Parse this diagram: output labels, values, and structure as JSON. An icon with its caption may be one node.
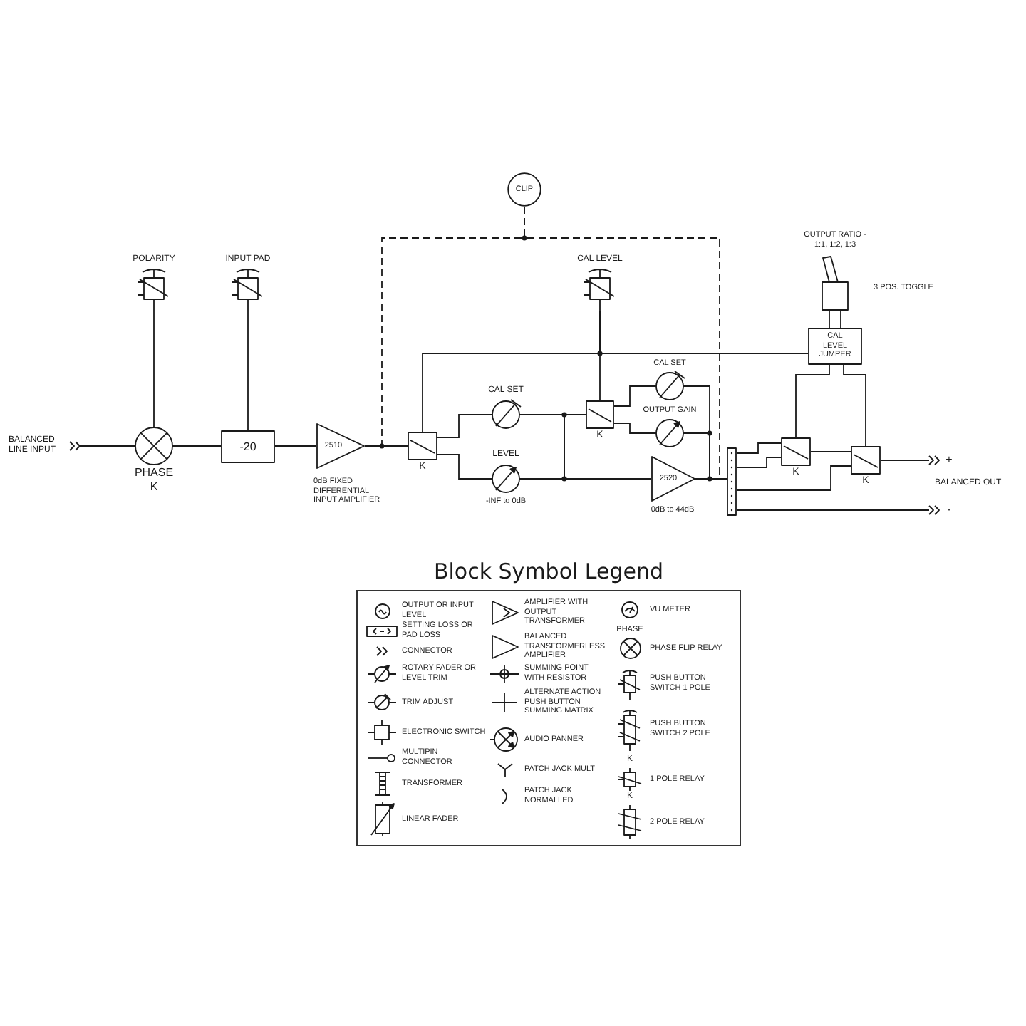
{
  "diagram": {
    "nodes": [
      {
        "text": [
          "CLIP"
        ]
      },
      {
        "text": [
          "OUTPUT RATIO - 1:1, 1:2, 1:3"
        ],
        "beside": [
          "3 POS. TOGGLE"
        ]
      },
      {
        "text": [
          "POLARITY"
        ]
      },
      {
        "text": [
          "INPUT PAD"
        ]
      },
      {
        "text": [
          "CAL LEVEL"
        ]
      },
      {
        "text": [
          "CAL LEVEL JUMPER"
        ]
      },
      {
        "text": [
          "BALANCED LINE INPUT"
        ]
      },
      {
        "text": [
          "PHASE K"
        ]
      },
      {
        "text": [
          "-20"
        ]
      },
      {
        "text": [
          "2510"
        ],
        "beside": [
          "0dB FIXED DIFFERENTIAL INPUT AMPLIFIER"
        ]
      },
      {
        "text": [
          "K"
        ]
      },
      {
        "text": [
          "CAL SET"
        ]
      },
      {
        "text": [
          "LEVEL"
        ],
        "beside": [
          "-INF to 0dB"
        ]
      },
      {
        "text": [
          "K"
        ]
      },
      {
        "text": [
          "CAL SET"
        ]
      },
      {
        "text": [
          "OUTPUT GAIN"
        ]
      },
      {
        "text": [
          "2520"
        ],
        "beside": [
          "0dB to 44dB"
        ]
      },
      {
        "text": [],
        "shape": "bar"
      },
      {
        "text": [
          "K"
        ]
      },
      {
        "text": [
          "K"
        ]
      },
      {
        "text": [
          "+"
        ]
      },
      {
        "text": [
          "-"
        ]
      }
    ],
    "edges": [
      {
        "from": 6,
        "to": 7,
        "arrow": "none"
      },
      {
        "from": 2,
        "to": 7,
        "arrow": "none"
      },
      {
        "from": 7,
        "to": 8,
        "arrow": "none"
      },
      {
        "from": 3,
        "to": 8,
        "arrow": "none"
      },
      {
        "from": 8,
        "to": 9,
        "arrow": "none"
      },
      {
        "from": 9,
        "to": 10,
        "arrow": "none"
      },
      {
        "from": 0,
        "to": 9,
        "arrow": "none",
        "style": "dashed"
      },
      {
        "from": 0,
        "to": 16,
        "arrow": "none",
        "style": "dashed"
      },
      {
        "from": 10,
        "to": 11,
        "arrow": "none"
      },
      {
        "from": 10,
        "to": 12,
        "arrow": "none"
      },
      {
        "from": 11,
        "to": 13,
        "arrow": "none"
      },
      {
        "from": 11,
        "to": 16,
        "arrow": "none"
      },
      {
        "from": 12,
        "to": 13,
        "arrow": "none"
      },
      {
        "from": 12,
        "to": 16,
        "arrow": "none"
      },
      {
        "from": 4,
        "to": 13,
        "arrow": "none"
      },
      {
        "from": 4,
        "to": 10,
        "arrow": "none"
      },
      {
        "from": 4,
        "to": 5,
        "arrow": "none"
      },
      {
        "from": 13,
        "to": 14,
        "arrow": "none"
      },
      {
        "from": 13,
        "to": 15,
        "arrow": "none"
      },
      {
        "from": 14,
        "to": 17,
        "arrow": "none"
      },
      {
        "from": 15,
        "to": 17,
        "arrow": "none"
      },
      {
        "from": 16,
        "to": 17,
        "arrow": "none"
      },
      {
        "from": 1,
        "to": 5,
        "arrow": "none"
      },
      {
        "from": 1,
        "to": 5,
        "arrow": "none"
      },
      {
        "from": 5,
        "to": 18,
        "arrow": "none"
      },
      {
        "from": 5,
        "to": 19,
        "arrow": "none"
      },
      {
        "from": 17,
        "to": 18,
        "arrow": "none"
      },
      {
        "from": 17,
        "to": 18,
        "arrow": "none"
      },
      {
        "from": 17,
        "to": 19,
        "arrow": "none"
      },
      {
        "from": 18,
        "to": 19,
        "arrow": "none"
      },
      {
        "from": 19,
        "to": 20,
        "arrow": "none"
      },
      {
        "from": 17,
        "to": 21,
        "arrow": "none"
      }
    ],
    "labels": [
      "BALANCED OUT",
      "Block Symbol Legend",
      "PHASE",
      "K",
      "K"
    ],
    "legend": [
      {
        "text": "OUTPUT OR INPUT LEVEL"
      },
      {
        "text": "SETTING LOSS OR PAD LOSS"
      },
      {
        "text": "CONNECTOR"
      },
      {
        "text": "ROTARY FADER OR LEVEL TRIM"
      },
      {
        "text": "TRIM ADJUST"
      },
      {
        "text": "ELECTRONIC SWITCH"
      },
      {
        "text": "MULTIPIN CONNECTOR"
      },
      {
        "text": "TRANSFORMER"
      },
      {
        "text": "LINEAR FADER"
      },
      {
        "text": "AMPLIFIER WITH OUTPUT TRANSFORMER"
      },
      {
        "text": "BALANCED TRANSFORMERLESS AMPLIFIER"
      },
      {
        "text": "SUMMING POINT WITH RESISTOR"
      },
      {
        "text": "ALTERNATE ACTION PUSH BUTTON SUMMING MATRIX"
      },
      {
        "text": "AUDIO PANNER"
      },
      {
        "text": "PATCH JACK MULT"
      },
      {
        "text": "PATCH JACK NORMALLED"
      },
      {
        "text": "VU METER"
      },
      {
        "text": "PHASE FLIP RELAY"
      },
      {
        "text": "PUSH BUTTON SWITCH 1 POLE"
      },
      {
        "text": "PUSH BUTTON SWITCH 2 POLE"
      },
      {
        "text": "1 POLE RELAY"
      },
      {
        "text": "2 POLE RELAY"
      }
    ]
  }
}
